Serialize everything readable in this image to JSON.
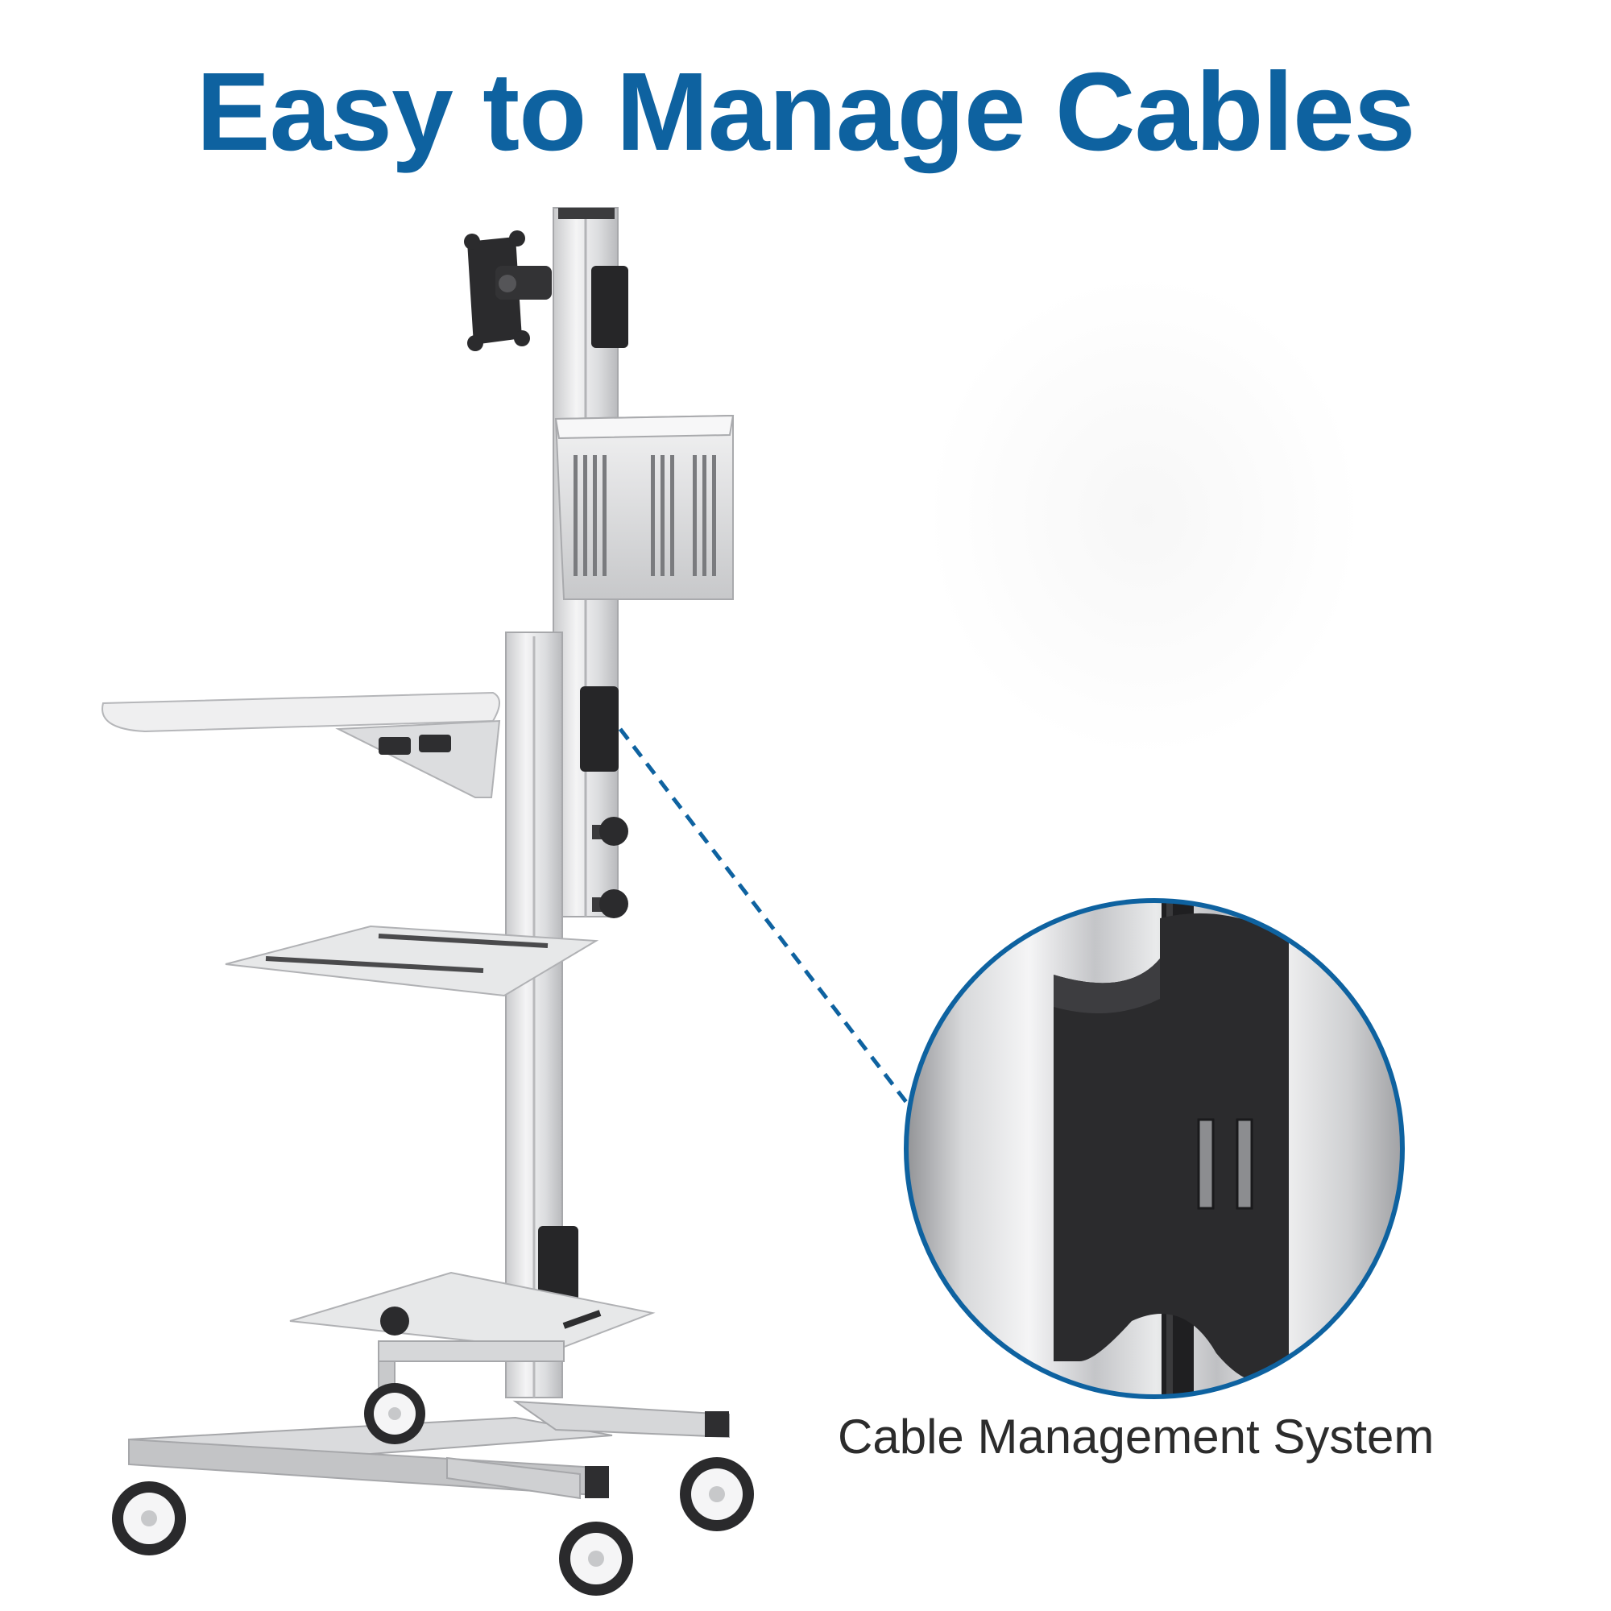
{
  "headline": "Easy to Manage Cables",
  "callout": {
    "caption": "Cable Management System"
  },
  "colors": {
    "accent": "#0e62a0",
    "caption_text": "#2c2c2c",
    "frame_silver": "#d9dadc",
    "clip_black": "#2a2a2a"
  },
  "icons": {
    "product": "mobile-computer-cart",
    "detail": "cable-clip"
  }
}
